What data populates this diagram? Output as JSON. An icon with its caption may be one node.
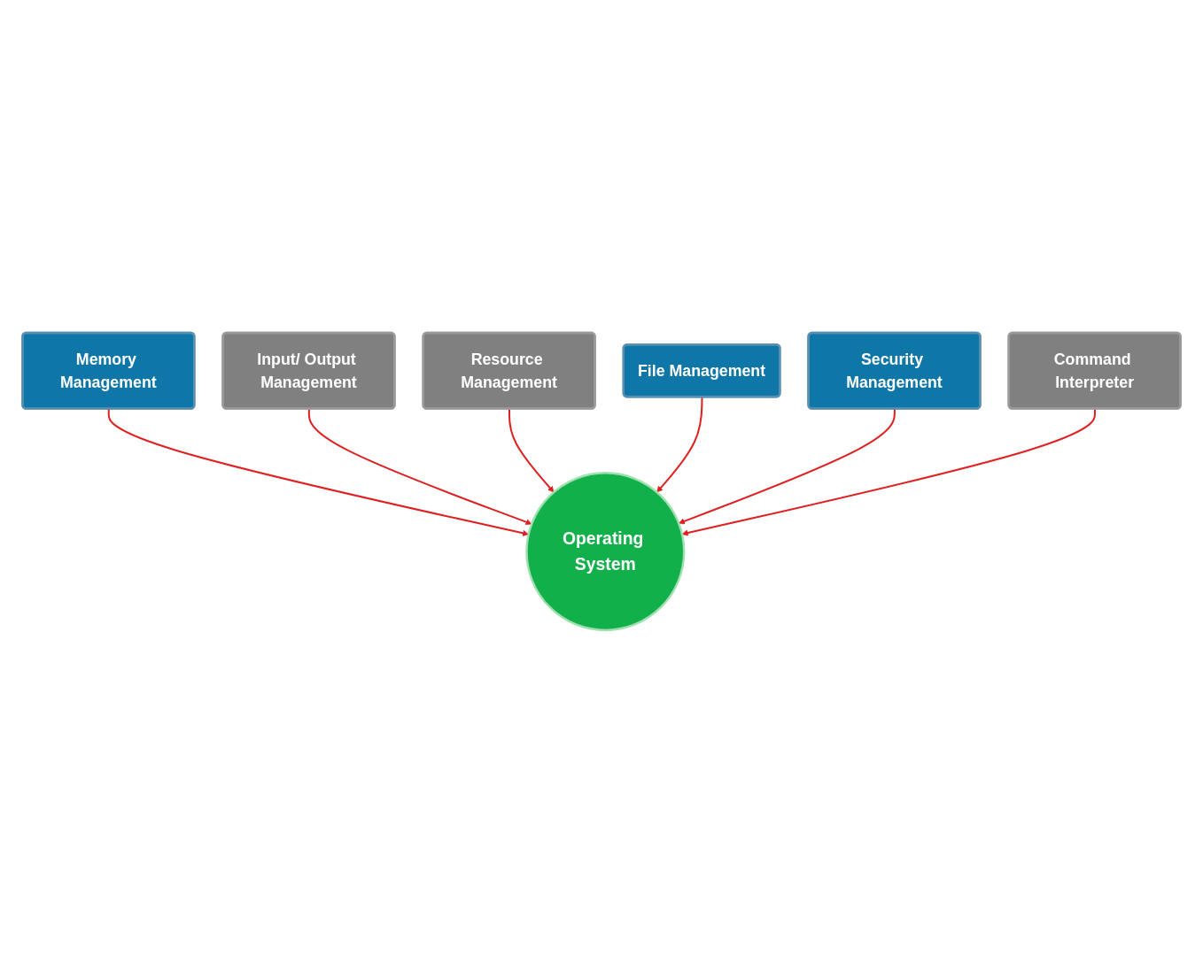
{
  "diagram": {
    "nodes": [
      {
        "text": [
          "Memory Management"
        ]
      },
      {
        "text": [
          "Input/ Output Management"
        ]
      },
      {
        "text": [
          "Resource Management"
        ]
      },
      {
        "text": [
          "Operating System"
        ]
      },
      {
        "text": [
          "File Management"
        ]
      },
      {
        "text": [
          "Security Management"
        ]
      },
      {
        "text": [
          "Command Interpreter"
        ]
      }
    ],
    "edges": [
      {
        "from": 0,
        "to": 3,
        "arrow": "to"
      },
      {
        "from": 1,
        "to": 3,
        "arrow": "to"
      },
      {
        "from": 2,
        "to": 3,
        "arrow": "to"
      },
      {
        "from": 4,
        "to": 3,
        "arrow": "to"
      },
      {
        "from": 5,
        "to": 3,
        "arrow": "to"
      },
      {
        "from": 6,
        "to": 3,
        "arrow": "to"
      }
    ]
  }
}
